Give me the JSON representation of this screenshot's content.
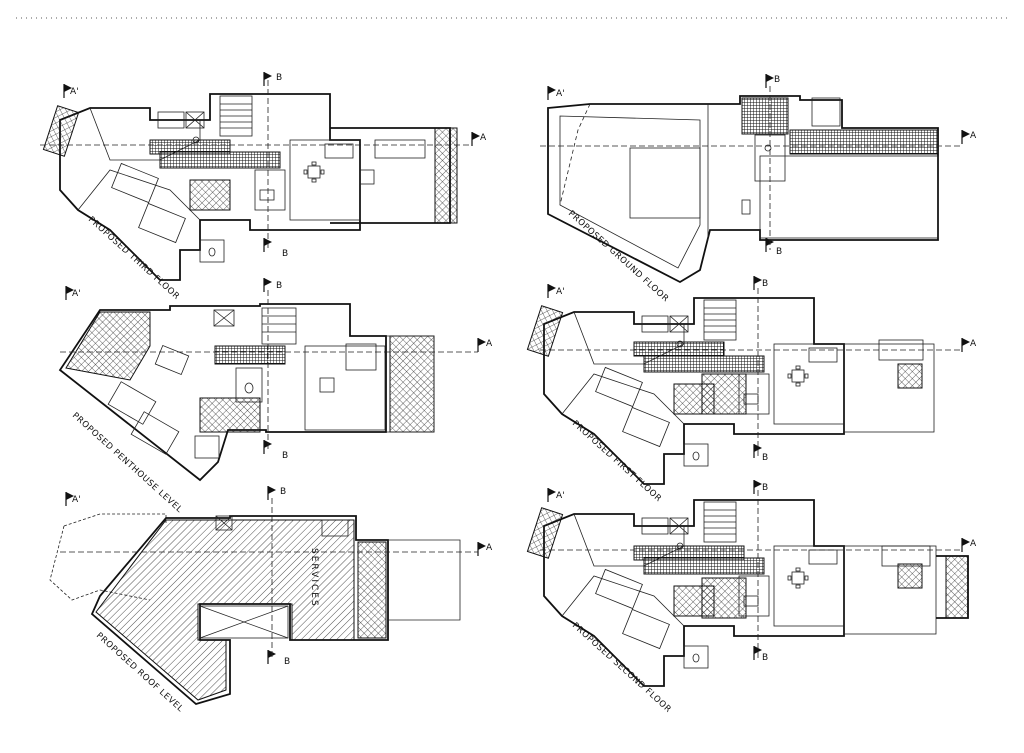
{
  "sheet": {
    "plans": [
      {
        "title": "PROPOSED THIRD FLOOR"
      },
      {
        "title": "PROPOSED GROUND FLOOR"
      },
      {
        "title": "PROPOSED PENTHOUSE LEVEL"
      },
      {
        "title": "PROPOSED FIRST FLOOR"
      },
      {
        "title": "PROPOSED ROOF LEVEL",
        "services_label": "SERVICES"
      },
      {
        "title": "PROPOSED SECOND FLOOR"
      }
    ],
    "section_markers": {
      "a": "A",
      "a_prime": "A'",
      "b": "B"
    }
  }
}
